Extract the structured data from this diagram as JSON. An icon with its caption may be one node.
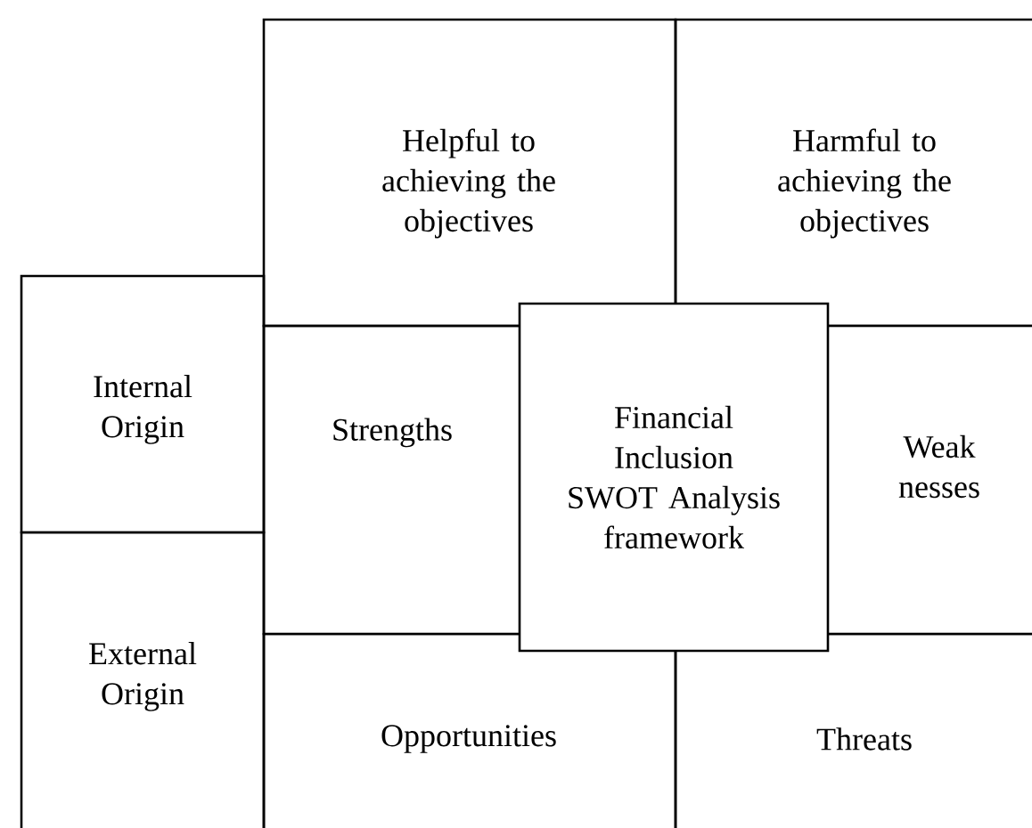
{
  "diagram": {
    "nodes": [
      {
        "text": [
          "Helpful to achieving the objectives"
        ]
      },
      {
        "text": [
          "Harmful to achieving the objectives"
        ]
      },
      {
        "text": [
          "Internal Origin"
        ]
      },
      {
        "text": [
          "Strengths"
        ]
      },
      {
        "text": [
          "Financial Inclusion SWOT Analysis framework"
        ]
      },
      {
        "text": [
          "Weak nesses"
        ]
      },
      {
        "text": [
          "External Origin"
        ]
      },
      {
        "text": [
          "Opportunities"
        ]
      },
      {
        "text": [
          "Threats"
        ]
      }
    ]
  }
}
